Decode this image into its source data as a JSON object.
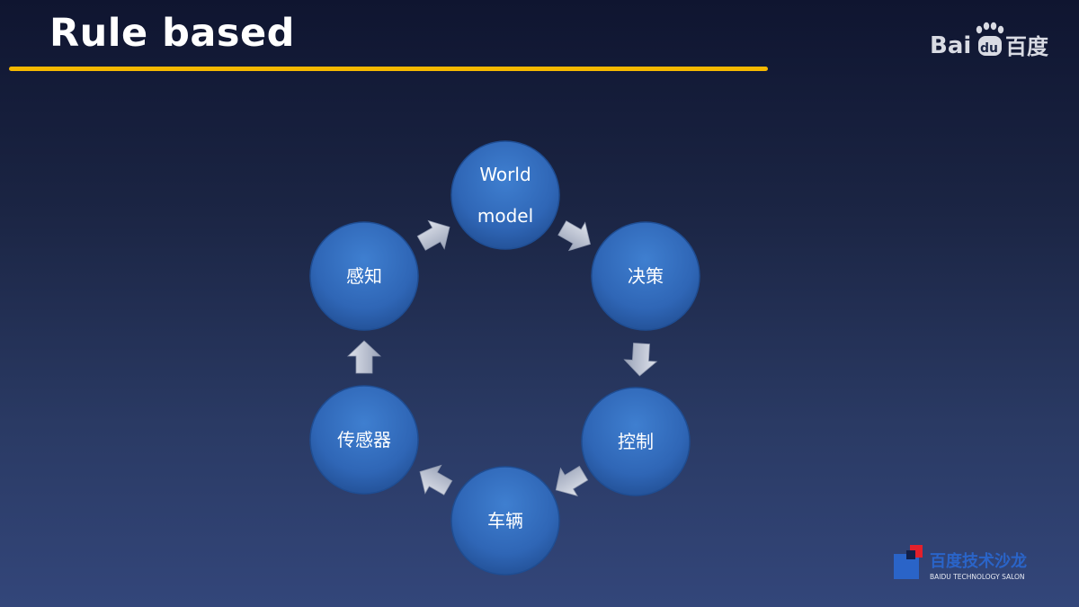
{
  "slide": {
    "title": "Rule based",
    "colors": {
      "accent_rule": "#f5b800",
      "node_fill": "#3a72c2",
      "node_edge": "#1f4d92",
      "arrow_fill": "#c3c9d8"
    }
  },
  "logos": {
    "baidu": {
      "latin": "Bai",
      "latin_tail": "du",
      "cjk": "百度"
    },
    "salon": {
      "cjk": "百度技术沙龙",
      "latin": "BAIDU TECHNOLOGY SALON"
    }
  },
  "cycle": {
    "nodes": [
      {
        "id": "world",
        "lines": [
          "World",
          "model"
        ]
      },
      {
        "id": "decision",
        "lines": [
          "决策"
        ]
      },
      {
        "id": "control",
        "lines": [
          "控制"
        ]
      },
      {
        "id": "vehicle",
        "lines": [
          "车辆"
        ]
      },
      {
        "id": "sensor",
        "lines": [
          "传感器"
        ]
      },
      {
        "id": "perception",
        "lines": [
          "感知"
        ]
      }
    ],
    "arrow_icon": "cycle-arrow-icon"
  }
}
